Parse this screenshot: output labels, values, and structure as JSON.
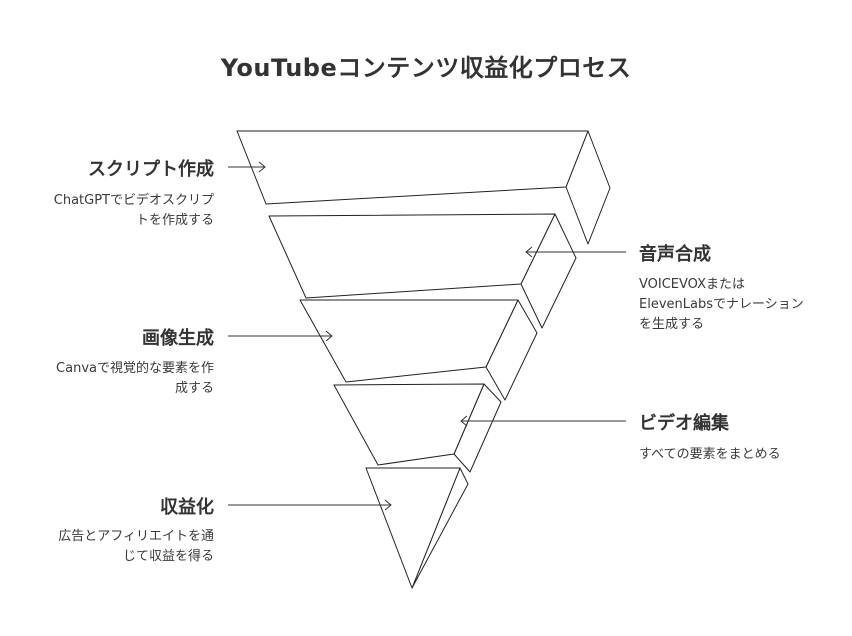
{
  "title": "YouTubeコンテンツ収益化プロセス",
  "stages": [
    {
      "name": "スクリプト作成",
      "desc_lines": [
        "ChatGPTでビデオスクリプ",
        "トを作成する"
      ]
    },
    {
      "name": "音声合成",
      "desc_lines": [
        "VOICEVOXまたは",
        "ElevenLabsでナレーション",
        "を生成する"
      ]
    },
    {
      "name": "画像生成",
      "desc_lines": [
        "Canvaで視覚的な要素を作",
        "成する"
      ]
    },
    {
      "name": "ビデオ編集",
      "desc_lines": [
        "すべての要素をまとめる"
      ]
    },
    {
      "name": "収益化",
      "desc_lines": [
        "広告とアフィリエイトを通",
        "じて収益を得る"
      ]
    }
  ]
}
